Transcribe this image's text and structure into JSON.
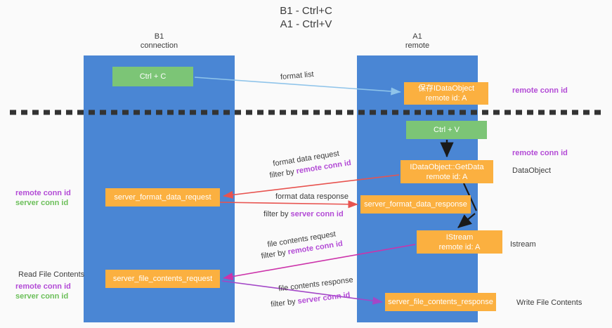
{
  "title": {
    "line1": "B1 - Ctrl+C",
    "line2": "A1 - Ctrl+V"
  },
  "lanes": [
    {
      "name": "b1",
      "title": "B1",
      "subtitle": "connection",
      "color": "#4a86d4"
    },
    {
      "name": "a1",
      "title": "A1",
      "subtitle": "remote",
      "color": "#4a86d4"
    }
  ],
  "boxes": {
    "ctrl_c": {
      "label": "Ctrl + C",
      "color": "#7cc576"
    },
    "idataobject": {
      "label": "保存IDataObject",
      "sub": "remote id: A",
      "color": "#fbb040"
    },
    "ctrl_v": {
      "label": "Ctrl + V",
      "color": "#7cc576"
    },
    "getdata": {
      "label": "IDataObject::GetData",
      "sub": "remote id: A",
      "color": "#fbb040"
    },
    "server_format_data_request": {
      "label": "server_format_data_request",
      "color": "#fbb040"
    },
    "server_format_data_response": {
      "label": "server_format_data_response",
      "color": "#fbb040"
    },
    "istream": {
      "label": "IStream",
      "sub": "remote id: A",
      "color": "#fbb040"
    },
    "server_file_contents_request": {
      "label": "server_file_contents_request",
      "color": "#fbb040"
    },
    "server_file_contents_response": {
      "label": "server_file_contents_response",
      "color": "#fbb040"
    }
  },
  "flow_labels": {
    "format_list": "format list",
    "format_data_request": "format data request",
    "format_data_request_filter_prefix": "filter by ",
    "format_data_request_filter_key": "remote conn id",
    "format_data_response": "format data response",
    "format_data_response_filter_prefix": "filter by ",
    "format_data_response_filter_key": "server conn id",
    "file_contents_request": "file contents request",
    "file_contents_request_filter_prefix": "filter by ",
    "file_contents_request_filter_key": "remote conn id",
    "file_contents_response": "file contents response",
    "file_contents_response_filter_prefix": "filter by ",
    "file_contents_response_filter_key": "server conn id"
  },
  "annotations": {
    "remote_conn_id_top": "remote conn id",
    "remote_conn_id_mid": "remote conn id",
    "dataobject": "DataObject",
    "istream": "Istream",
    "write_file_contents": "Write File Contents",
    "read_file_contents": "Read File Contents",
    "left_remote_conn_id_1": "remote conn id",
    "left_server_conn_id_1": "server conn id",
    "left_remote_conn_id_2": "remote conn id",
    "left_server_conn_id_2": "server conn id"
  },
  "colors": {
    "lane": "#4a86d4",
    "green_box": "#7cc576",
    "orange_box": "#fbb040",
    "purple_text": "#b34bd6",
    "green_text": "#6bbf59",
    "arrow_light_blue": "#8fc4ea",
    "arrow_red": "#e8534f",
    "arrow_magenta": "#cc33aa",
    "arrow_purple": "#a347c7",
    "arrow_black": "#1a1a1a",
    "divider": "#333333",
    "background": "#fafafa"
  }
}
